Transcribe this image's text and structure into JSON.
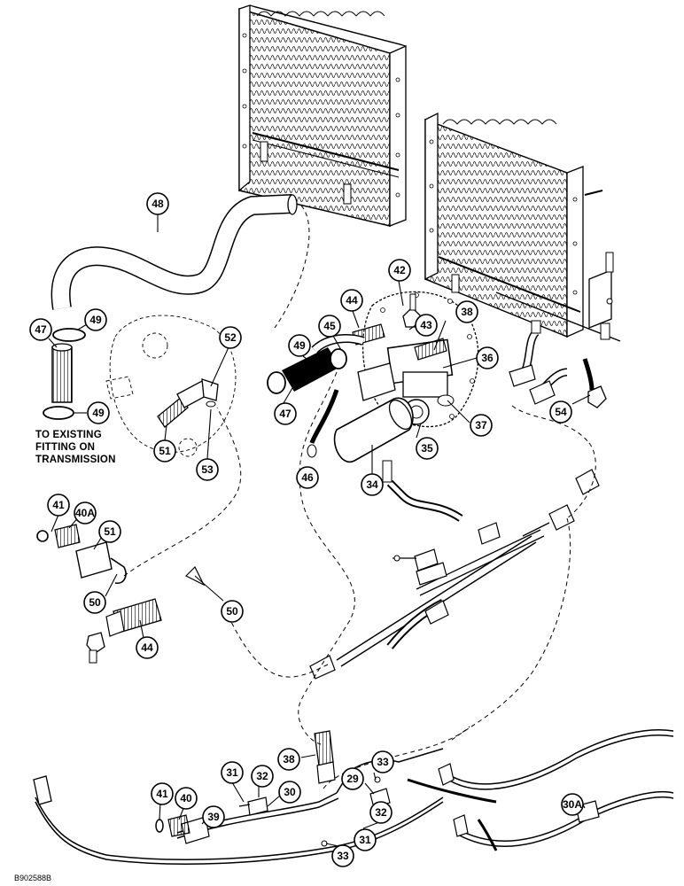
{
  "note": {
    "line1": "TO EXISTING",
    "line2": "FITTING ON",
    "line3": "TRANSMISSION"
  },
  "figure_code": "B902588B",
  "callouts": [
    {
      "id": "c48",
      "label": "48"
    },
    {
      "id": "c47a",
      "label": "47"
    },
    {
      "id": "c49a",
      "label": "49"
    },
    {
      "id": "c49b",
      "label": "49"
    },
    {
      "id": "c52",
      "label": "52"
    },
    {
      "id": "c51a",
      "label": "51"
    },
    {
      "id": "c53",
      "label": "53"
    },
    {
      "id": "c44a",
      "label": "44"
    },
    {
      "id": "c42",
      "label": "42"
    },
    {
      "id": "c45",
      "label": "45"
    },
    {
      "id": "c43",
      "label": "43"
    },
    {
      "id": "c38a",
      "label": "38"
    },
    {
      "id": "c49c",
      "label": "49"
    },
    {
      "id": "c47b",
      "label": "47"
    },
    {
      "id": "c36",
      "label": "36"
    },
    {
      "id": "c37",
      "label": "37"
    },
    {
      "id": "c35",
      "label": "35"
    },
    {
      "id": "c46",
      "label": "46"
    },
    {
      "id": "c34",
      "label": "34"
    },
    {
      "id": "c54",
      "label": "54"
    },
    {
      "id": "c41a",
      "label": "41"
    },
    {
      "id": "c40a",
      "label": "40A"
    },
    {
      "id": "c51b",
      "label": "51"
    },
    {
      "id": "c50a",
      "label": "50"
    },
    {
      "id": "c50b",
      "label": "50"
    },
    {
      "id": "c44b",
      "label": "44"
    },
    {
      "id": "c38b",
      "label": "38"
    },
    {
      "id": "c33a",
      "label": "33"
    },
    {
      "id": "c29",
      "label": "29"
    },
    {
      "id": "c31a",
      "label": "31"
    },
    {
      "id": "c32a",
      "label": "32"
    },
    {
      "id": "c30",
      "label": "30"
    },
    {
      "id": "c41b",
      "label": "41"
    },
    {
      "id": "c40b",
      "label": "40"
    },
    {
      "id": "c39",
      "label": "39"
    },
    {
      "id": "c32b",
      "label": "32"
    },
    {
      "id": "c31b",
      "label": "31"
    },
    {
      "id": "c30a",
      "label": "30A"
    },
    {
      "id": "c33b",
      "label": "33"
    }
  ]
}
